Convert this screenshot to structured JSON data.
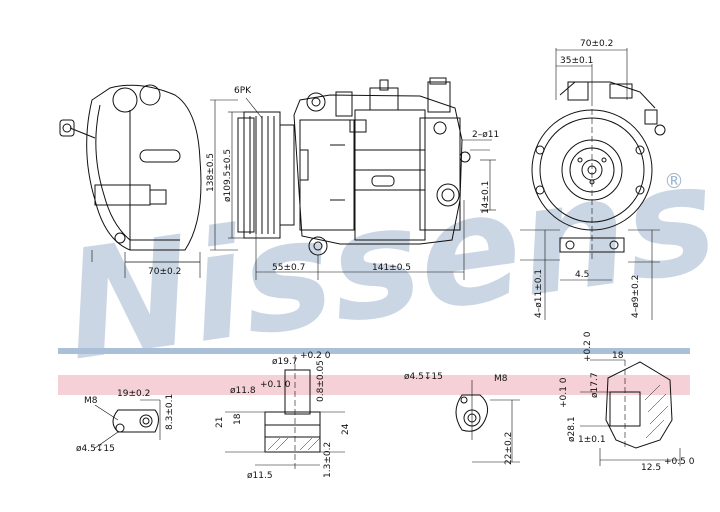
{
  "watermark": {
    "text": "Nissens",
    "mark": "®",
    "color": "#9fb6cf"
  },
  "band": {
    "blue": "#aac0d8",
    "pink": "#f2c4cc"
  },
  "dims": {
    "left_width": "70±0.2",
    "belt": "6PK",
    "height_138": "138±0.5",
    "pulley_dia": "ø109.5±0.5",
    "len_55": "55±0.7",
    "len_141": "141±0.5",
    "holes": "2–ø11",
    "len_14": "14±0.1",
    "right_width": "70±0.2",
    "right_35": "35±0.1",
    "right_45": "4.5",
    "right_4x11": "4–ø11±0.1",
    "right_4x9": "4–ø9±0.2",
    "d1_m8": "M8",
    "d1_19": "19±0.2",
    "d1_83": "8.3±0.1",
    "d1_45": "ø4.5↧15",
    "d2_197": "ø19.7",
    "d2_197_tol": "+0.2 0",
    "d2_118": "ø11.8",
    "d2_118_tol": "+0.1 0",
    "d2_08": "0.8±0.05",
    "d2_21": "21",
    "d2_18": "18",
    "d2_24": "24",
    "d2_13": "1.3±0.2",
    "d2_115": "ø11.5",
    "d3_45": "ø4.5↧15",
    "d3_m8": "M8",
    "d3_22": "22±0.2",
    "d4_18": "18",
    "d4_177": "ø17.7",
    "d4_177_tol": "+0.2 0",
    "d4_281": "ø28.1",
    "d4_281_tol": "+0.1 0",
    "d4_1": "1±0.1",
    "d4_125": "12.5",
    "d4_125_tol": "+0.5 0"
  }
}
